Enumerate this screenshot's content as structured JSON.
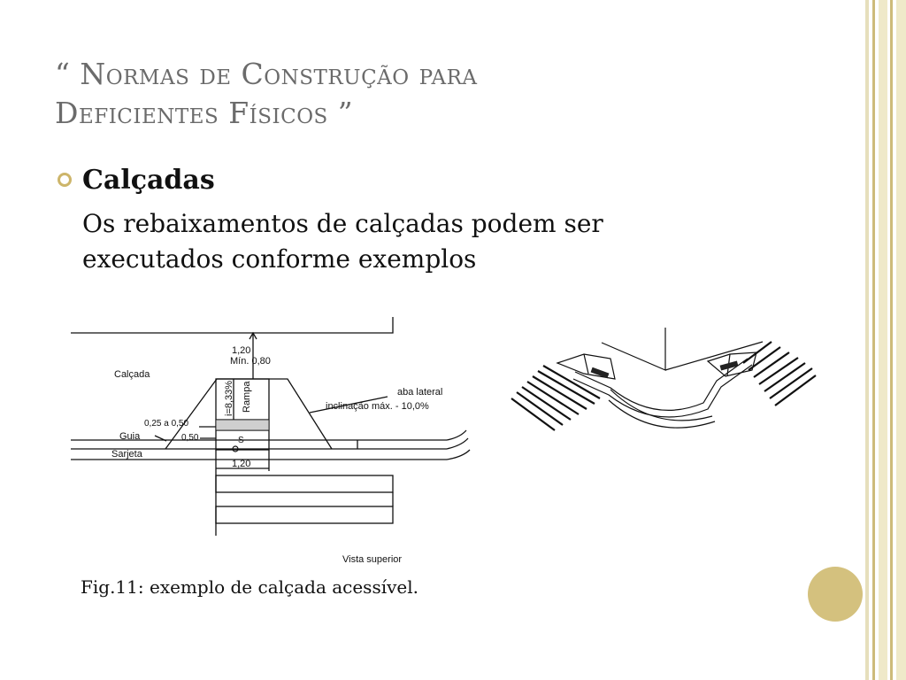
{
  "slide": {
    "title_line1": "“ Normas de Construção para",
    "title_line2": "Deficientes Físicos ”",
    "bullet_heading": "Calçadas",
    "body_line1": "Os rebaixamentos de calçadas podem ser",
    "body_line2": "executados conforme exemplos",
    "caption": "Fig.11: exemplo de calçada acessível."
  },
  "diagram_labels": {
    "dim_top": "1,20",
    "dim_min": "Mín. 0,80",
    "calcada": "Calçada",
    "incline": "i=8,33%",
    "rampa": "Rampa",
    "aba_lateral": "aba lateral",
    "inclinacao": "inclinação máx. - 10,0%",
    "range": "0,25 a 0,50",
    "guia": "Guia",
    "dim_050": "0,50",
    "s_mark": "S",
    "sarjeta": "Sarjeta",
    "dim_bottom": "1,20",
    "vista": "Vista superior"
  },
  "icons": {
    "bullet": "ring-bullet-icon",
    "decor": "gold-circle-icon"
  },
  "colors": {
    "title": "#6b6b6b",
    "accent_gold": "#d4c17e",
    "border_cream": "#efe9c9",
    "border_gold": "#cdbb7a"
  }
}
